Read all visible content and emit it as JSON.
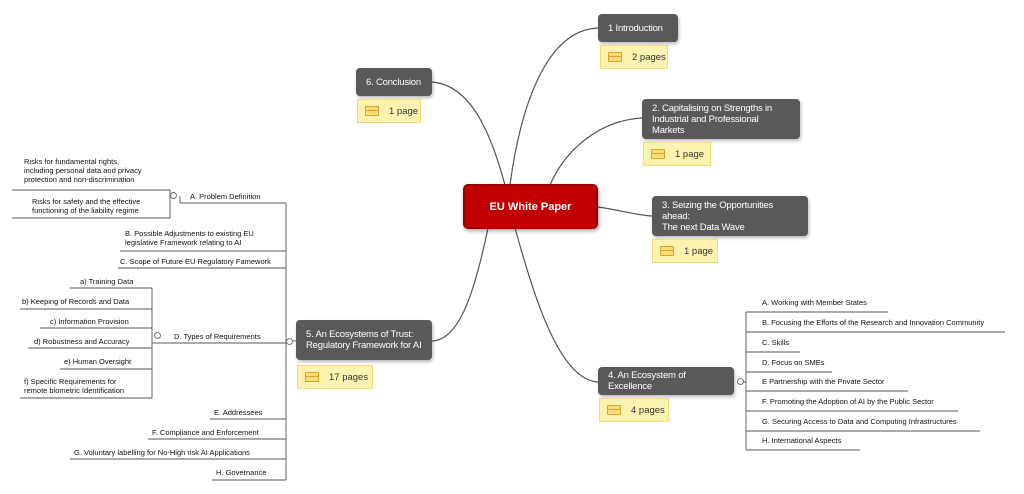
{
  "root": {
    "label": "EU White Paper"
  },
  "topics": {
    "introduction": {
      "label": "1 Introduction",
      "note": "2 pages"
    },
    "conclusion": {
      "label": "6. Conclusion",
      "note": "1 page"
    },
    "capitalising": {
      "label_line1": "2. Capitalising on Strengths in",
      "label_line2": "Industrial and Professional Markets",
      "note": "1 page"
    },
    "seizing": {
      "label_line1": "3. Seizing the Opportunities ahead:",
      "label_line2": "The next Data Wave",
      "note": "1 page"
    },
    "excellence": {
      "label": "4. An Ecosystem of Excellence",
      "note": "4 pages",
      "items": [
        "A. Working with Member States",
        "B. Focusing the Efforts of the Research and Innovation Community",
        "C. Skills",
        "D. Focus on SMEs",
        "E Partnership with the Private Sector",
        "F. Promoting the Adoption of AI by the Public Sector",
        "G. Securing Access to Data and Computing Infrastructures",
        "H. International Aspects"
      ]
    },
    "trust": {
      "label_line1": "5. An Ecosystems of Trust:",
      "label_line2": "Regulatory Framework for AI",
      "note": "17 pages",
      "problem_definition": {
        "label": "A. Problem Definition",
        "children": [
          {
            "line1": "Risks for fundamental rights,",
            "line2": "including personal data and privacy",
            "line3": "protection and non-discrimination"
          },
          {
            "line1": "Risks for safety and the effective",
            "line2": "functioning of the liability regime"
          }
        ]
      },
      "adjustments": {
        "line1": "B. Possible Adjustments to existing EU",
        "line2": "legislative Framework relating to AI"
      },
      "scope": "C. Scope of Future EU Regulatory Famework",
      "types": {
        "label": "D. Types of Requirements",
        "children": [
          "a) Training Data",
          "b) Keeping of Records and Data",
          "c) Information Provision",
          "d) Robustness and Accuracy",
          "e) Human Oversight",
          {
            "line1": "f) Specific Requirements for",
            "line2": "remote biometric Identification"
          }
        ]
      },
      "addressees": "E. Addressees",
      "compliance": "F. Compliance and Enforcement",
      "voluntary": "G. Voluntary labelling for No-High risk AI Applications",
      "governance": "H. Governance"
    }
  }
}
